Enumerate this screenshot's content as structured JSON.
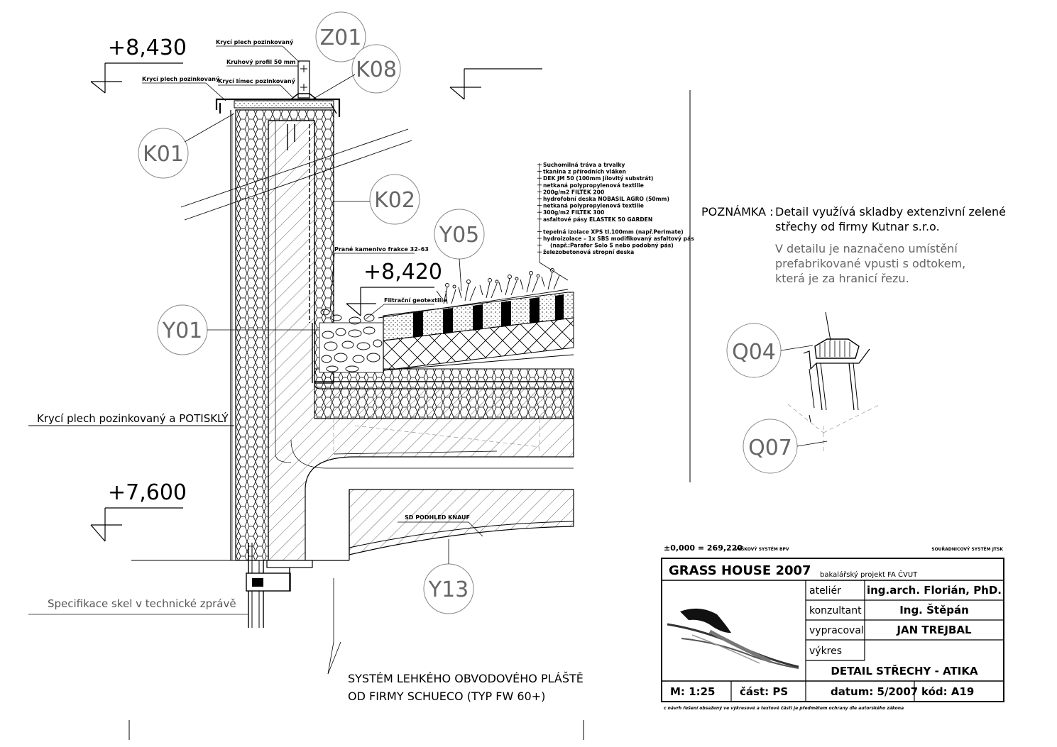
{
  "elevations": {
    "top": "+8,430",
    "roof": "+8,420",
    "bottom": "+7,600"
  },
  "tags": {
    "z01": "Z01",
    "k08": "K08",
    "k01": "K01",
    "k02": "K02",
    "y05": "Y05",
    "y01": "Y01",
    "y13": "Y13",
    "q04": "Q04",
    "q07": "Q07"
  },
  "labels": {
    "kryci_plech_top": "Krycí plech pozinkovaný",
    "kruhovy_profil": "Kruhový profil 50 mm",
    "kryci_plech_left": "Krycí plech pozinkovaný",
    "kryci_limec": "Krycí límec pozinkovaný",
    "prane_kamenivo": "Prané kamenivo frakce 32–63",
    "filtracni": "Filtrační geotextilie",
    "potisk": "Krycí plech pozinkovaný a POTISKLÝ",
    "specifikace": "Specifikace skel v technické zprávě",
    "podhled": "SD PODHLED KNAUF",
    "system_line1": "SYSTÉM LEHKÉHO OBVODOVÉHO PLÁŠTĚ",
    "system_line2": "OD FIRMY SCHUECO (TYP FW 60+)"
  },
  "layers": [
    "Suchomilná tráva a trvalky",
    "tkanina z přírodních vláken",
    "DEK JM 50 (100mm jílovitý substrát)",
    "netkaná polypropylenová textilie",
    "200g/m2  FILTEK 200",
    "hydrofobní deska NOBASIL AGRO (50mm)",
    "netkaná polypropylenová textilie",
    "300g/m2  FILTEK 300",
    "asfaltové pásy ELASTEK 50 GARDEN",
    "tepelná izolace XPS tl.100mm (např.Perimate)",
    "hydroizolace – 1x SBS modifikovaný asfaltový pás",
    "(např.:Parafor Solo S nebo podobný pás)",
    "železobetonová stropní deska"
  ],
  "note": {
    "heading": "POZNÁMKA :",
    "line1": "Detail využívá skladby extenzivní zelené",
    "line2": "střechy od firmy Kutnar s.r.o.",
    "line3": "V detailu je naznačeno umístění",
    "line4": "prefabrikované vpusti s odtokem,",
    "line5": "která je za hranicí řezu."
  },
  "titleblock": {
    "datum_ref": "±0,000 = 269,220",
    "vyskovy": "VÝŠKOVÝ SYSTÉM BPV",
    "souradnicovy": "SOUŘADNICOVÝ SYSTÉM JTSK",
    "project": "GRASS HOUSE 2007",
    "project_sub": "bakalářský projekt FA ČVUT",
    "atelier_label": "ateliér",
    "atelier_value": "ing.arch. Florián, PhD.",
    "konzultant_label": "konzultant",
    "konzultant_value": "Ing. Štěpán",
    "vypracoval_label": "vypracoval",
    "vypracoval_value": "JAN TREJBAL",
    "vykres_label": "výkres",
    "vykres_value": "DETAIL STŘECHY - ATIKA",
    "scale": "M: 1:25",
    "cast": "část: PS",
    "datum": "datum: 5/2007",
    "kod": "kód: A19",
    "copyright": "c  návrh řešení obsažený ve výkresové a textové části je předmětem ochrany dle autorského zákona"
  }
}
